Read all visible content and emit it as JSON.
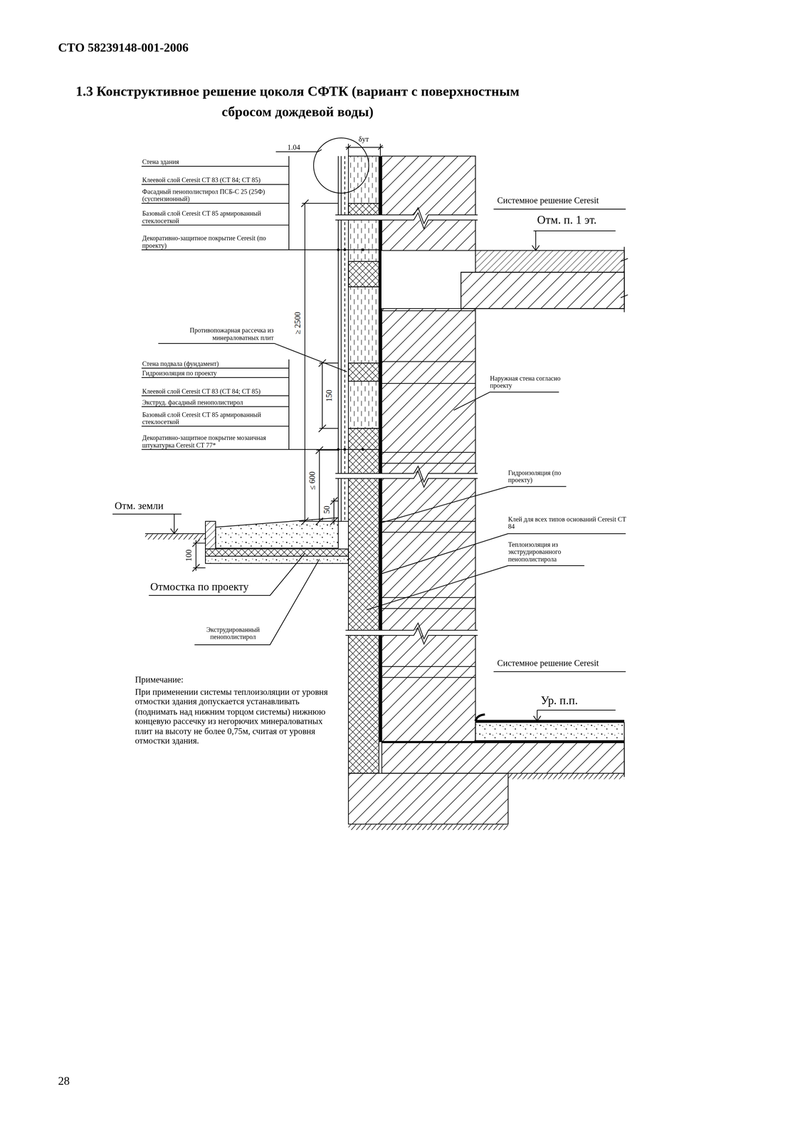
{
  "diagram": {
    "title": "1.3 Конструктивное решение цоколя СФТК (вариант с поверхностным сбросом дождевой воды)",
    "labels": [
      "СТО 58239148-001-2006",
      "1.04",
      "δут",
      "Стена здания",
      "Клеевой слой Ceresit CT 83 (CT 84; CT 85)",
      "Фасадный пенополистирол ПСБ-С 25 (25Ф) (суспензионный)",
      "Базовый слой Ceresit CT 85 армированный стеклосеткой",
      "Декоративно-защитное покрытие Ceresit (по проекту)",
      "Системное решение Ceresit",
      "Отм. п. 1 эт.",
      "≥ 2500",
      "Противопожарная рассечка из минераловатных плит",
      "Стена подвала (фундамент)",
      "Гидроизоляция по проекту",
      "Клеевой слой Ceresit CT 83 (CT 84; CT 85)",
      "Экструд. фасадный пенополистирол",
      "Базовый слой Ceresit CT 85 армированный стеклосеткой",
      "Декоративно-защитное покрытие мозаичная штукатурка Ceresit CT 77*",
      "Наружная стена согласно проекту",
      "150",
      "≤ 600",
      "Гидроизоляция (по проекту)",
      "Отм. земли",
      "50",
      "Клей для всех типов оснований Ceresit CT 84",
      "100",
      "Теплоизоляция из экструдированного пенополистирола",
      "Отмостка по проекту",
      "Экструдированный пенополистирол",
      "Примечание:",
      "При применении системы теплоизоляции от уровня отмостки здания допускается устанавливать (поднимать над нижним торцом системы) нижнюю концевую рассечку из негорючих минераловатных плит на высоту не более 0,75м, считая от уровня отмостки здания.",
      "Системное решение Ceresit",
      "Ур. п.п.",
      "28"
    ]
  }
}
